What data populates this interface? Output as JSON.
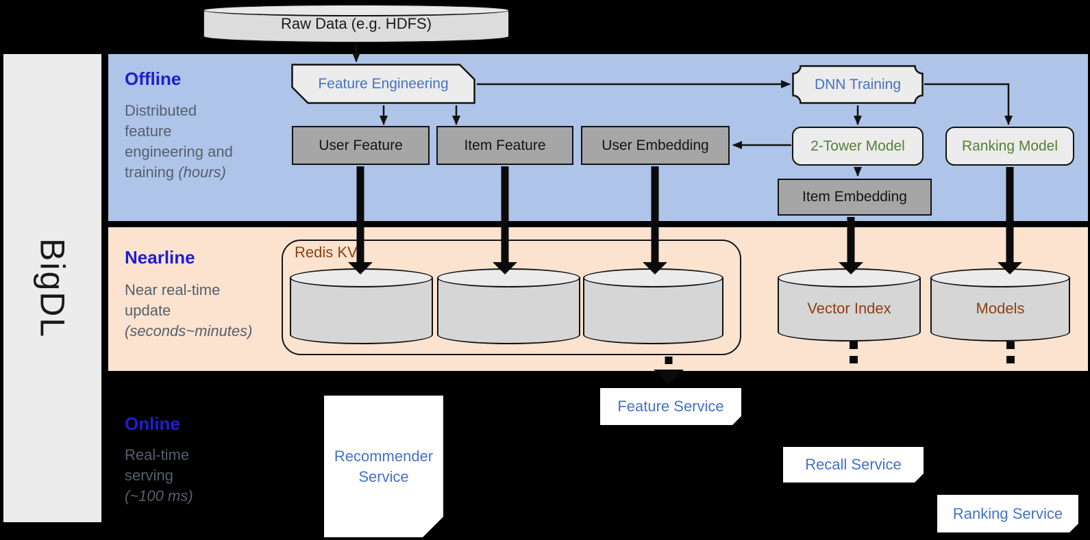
{
  "sidebar": {
    "brand": "BigDL"
  },
  "source": {
    "label": "Raw Data (e.g. HDFS)"
  },
  "offline": {
    "title": "Offline",
    "subtitle_lines": [
      "Distributed",
      "feature",
      "engineering and"
    ],
    "subtitle_last_regular": "training ",
    "subtitle_last_italic": "(hours)",
    "nodes": {
      "feature_engineering": "Feature Engineering",
      "user_feature": "User Feature",
      "item_feature": "Item Feature",
      "user_embedding": "User Embedding",
      "dnn_training": "DNN Training",
      "two_tower_model": "2-Tower Model",
      "ranking_model": "Ranking Model",
      "item_embedding": "Item Embedding"
    }
  },
  "nearline": {
    "title": "Nearline",
    "subtitle_lines": [
      "Near real-time",
      "update"
    ],
    "subtitle_italic": "(seconds~minutes)",
    "redis_group_label": "Redis KV",
    "stores": {
      "vector_index": "Vector Index",
      "models": "Models"
    }
  },
  "online": {
    "title": "Online",
    "subtitle_lines": [
      "Real-time",
      "serving"
    ],
    "subtitle_italic": "(~100 ms)",
    "services": {
      "recommender": "Recommender Service",
      "feature": "Feature Service",
      "recall": "Recall Service",
      "ranking": "Ranking Service"
    }
  },
  "colors": {
    "background": "#000000",
    "offline_band": "#aec4e8",
    "nearline_band": "#fbe3cf",
    "sidebar": "#ececec",
    "node_light": "#ececec",
    "node_gray": "#a6a6a6",
    "cylinder_body": "#d6d6d6",
    "cylinder_top": "#ebebeb",
    "section_title_blue": "#1e1ed2",
    "subtitle_gray": "#55606e",
    "service_text_blue": "#4472c4",
    "model_text_green": "#538135",
    "store_text_brown": "#8f3f10",
    "stroke": "#111111",
    "service_bg": "#ffffff"
  }
}
